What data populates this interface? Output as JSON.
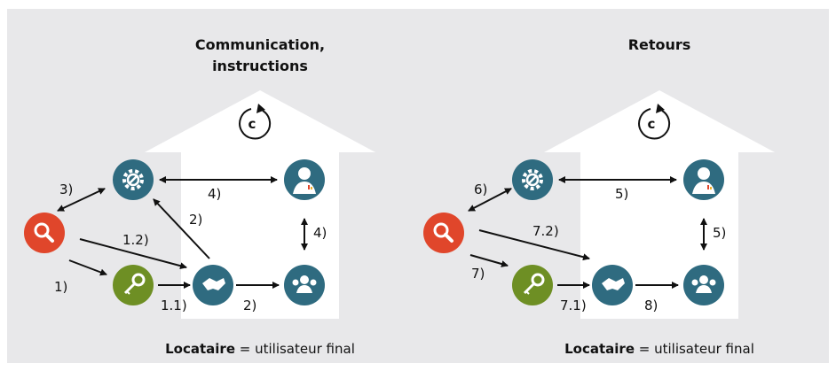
{
  "colors": {
    "background": "#e8e8ea",
    "house": "#ffffff",
    "teal": "#2f6b80",
    "red": "#e0462b",
    "green": "#6e8f24"
  },
  "left": {
    "title_line1": "Communication,",
    "title_line2": "instructions",
    "cycle": "c",
    "labels": {
      "l3": "3)",
      "l4a": "4)",
      "l2a": "2)",
      "l4b": "4)",
      "l12": "1.2)",
      "l1": "1)",
      "l11": "1.1)",
      "l2b": "2)"
    },
    "footer_bold": "Locataire",
    "footer_rest": " = utilisateur final"
  },
  "right": {
    "title": "Retours",
    "cycle": "c",
    "labels": {
      "l6": "6)",
      "l5a": "5)",
      "l5b": "5)",
      "l72": "7.2)",
      "l7": "7)",
      "l71": "7.1)",
      "l8": "8)"
    },
    "footer_bold": "Locataire",
    "footer_rest": " = utilisateur final"
  },
  "icons": [
    "search-icon",
    "key-icon",
    "gear-wrench-icon",
    "person-icon",
    "handshake-icon",
    "group-icon"
  ]
}
